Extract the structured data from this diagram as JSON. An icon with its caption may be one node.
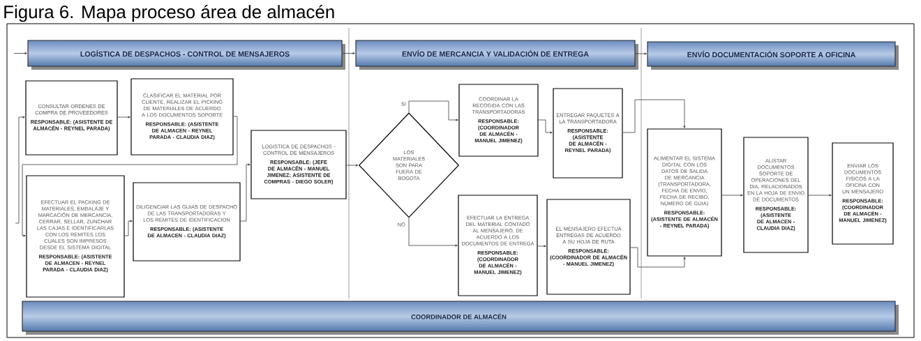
{
  "diagram": {
    "title": "Figura 6. Mapa proceso área de almacén",
    "nodes": [
      {
        "text": [
          "LOGÍSTICA DE DESPACHOS - CONTROL DE MENSAJEROS"
        ]
      },
      {
        "text": [
          "ENVÍO DE MERCANCIA Y VALIDACIÓN DE ENTREGA"
        ]
      },
      {
        "text": [
          "ENVÍO DOCUMENTACIÓN SOPORTE A OFICINA"
        ]
      },
      {
        "text": [
          "CONSULTAR ORDENES DE COMPRA DE PROVEEDORES",
          "RESPONSABLE: (ASISTENTE DE ALMACÉN - REYNEL PARADA)"
        ]
      },
      {
        "text": [
          "CLASIFICAR EL MATERIAL POR CLIENTE, REALIZAR EL PICKING DE MATERIALES DE ACUERDO A LOS DOCUMENTOS SOPORTE",
          "RESPONSABLE: (ASISTENTE DE ALMACEN - REYNEL PARADA - CLAUDIA DIAZ)"
        ]
      },
      {
        "text": [
          "EFECTUAR EL PACKING DE MATERIALES, EMBALAJE Y MARCACIÓN DE MERCANCIA, CERRAR, SELLAR, ZUNCHAR LAS CAJAS E IDENTIFICARLAS CON LOS REMITES LOS CUALES SON IMPRESOS DESDE EL SISTEMA DIGITAL",
          "RESPONSABLE: (ASISTENTE DE ALMACEN - REYNEL PARADA - CLAUDIA DIAZ)"
        ]
      },
      {
        "text": [
          "DILIGENCIAR LAS GUIAS DE DESPACHO DE LAS TRANSPORTADORAS Y LOS REMITES DE IDENTIFICACION",
          "RESPONSABLE: (ASISTENTE DE ALMACEN - CLAUDIA DIAZ)"
        ]
      },
      {
        "text": [
          "LOGISTICA DE DESPACHOS - CONTROL DE MENSAJEROS",
          "RESPONSABLE: (JEFE DE ALMACÉN - MANUEL JIMENEZ; ASISTENTE DE COMPRAS - DIEGO SOLER)"
        ]
      },
      {
        "text": [
          "LOS MATERIALES SON PARA FUERA DE BOGOTA"
        ]
      },
      {
        "text": [
          "COORDINAR LA RECOGIDA CON LAS TRANSPORTADORAS",
          "RESPONSABLE: (COORDINADOR DE ALMACÉN - MANUEL JIMENEZ)"
        ]
      },
      {
        "text": [
          "ENTREGAR PAQUETES A LA TRANSPORTADORA",
          "RESPONSABLE: (ASISTENTE DE ALMACÉN - REYNEL PARADA)"
        ]
      },
      {
        "text": [
          "EFECTUAR LA ENTREGA DEL MATERIAL CONTADO AL MENSAJERO, DE ACUERDO A LOS DOCUMENTOS DE ENTREGA",
          "RESPONSABLE: (COORDINADOR DE ALMACÉN - MANUEL JIMENEZ)"
        ]
      },
      {
        "text": [
          "EL MENSAJERO EFECTUA ENTREGAS DE ACUERDO A SU HOJA DE RUTA",
          "RESPONSABLE: (COORDINADOR DE ALMACÉN - MANUEL JIMENEZ)"
        ]
      },
      {
        "text": [
          "ALIMENTAR EL SISTEMA DIGITAL CON LOS DATOS DE SALIDA DE MERCANCIA (TRANSPORTADORA, FECHA DE ENVIO, FECHA DE RECIBO, NÚMERO DE GUIA)",
          "RESPONSABLE: (ASISTENTE DE ALMACÉN - REYNEL PARADA)"
        ]
      },
      {
        "text": [
          "ALISTAR DOCUMENTOS SOPORTE DE OPERACIONES DEL DIA, RELACIONADOS EN LA HOJA DE ENVIO DE DOCUMENTOS",
          "RESPONSABLE: (ASISTENTE DE ALMACEN - CLAUDIA DIAZ)"
        ]
      },
      {
        "text": [
          "ENVIAR LOS DOCUMENTOS FISICOS A LA OFICINA CON UN MENSAJERO",
          "RESPONSABLE: (COORDINADOR DE ALMACÉN - MANUEL JIMENEZ)"
        ]
      },
      {
        "text": [
          "COORDINADOR DE ALMACÉN"
        ]
      }
    ],
    "edges": [
      {
        "from": null,
        "to": 0,
        "arrow": "to"
      },
      {
        "from": 0,
        "to": 1,
        "arrow": "to"
      },
      {
        "from": 1,
        "to": 2,
        "arrow": "to"
      },
      {
        "from": null,
        "to": 3,
        "arrow": "to"
      },
      {
        "from": 3,
        "to": 4,
        "arrow": "to"
      },
      {
        "from": 4,
        "to": 5,
        "arrow": "to"
      },
      {
        "from": 5,
        "to": 6,
        "arrow": "to"
      },
      {
        "from": 6,
        "to": 7,
        "arrow": "to"
      },
      {
        "from": 7,
        "to": 8,
        "arrow": "to"
      },
      {
        "from": 8,
        "to": 9,
        "arrow": "to",
        "label": "SI"
      },
      {
        "from": 8,
        "to": 11,
        "arrow": "to",
        "label": "NO"
      },
      {
        "from": 9,
        "to": 10,
        "arrow": "to"
      },
      {
        "from": 10,
        "to": 13,
        "arrow": "to"
      },
      {
        "from": 11,
        "to": 12,
        "arrow": "to"
      },
      {
        "from": 12,
        "to": 13,
        "arrow": "to"
      },
      {
        "from": 13,
        "to": 14,
        "arrow": "to"
      },
      {
        "from": 14,
        "to": 15,
        "arrow": "to"
      }
    ]
  }
}
